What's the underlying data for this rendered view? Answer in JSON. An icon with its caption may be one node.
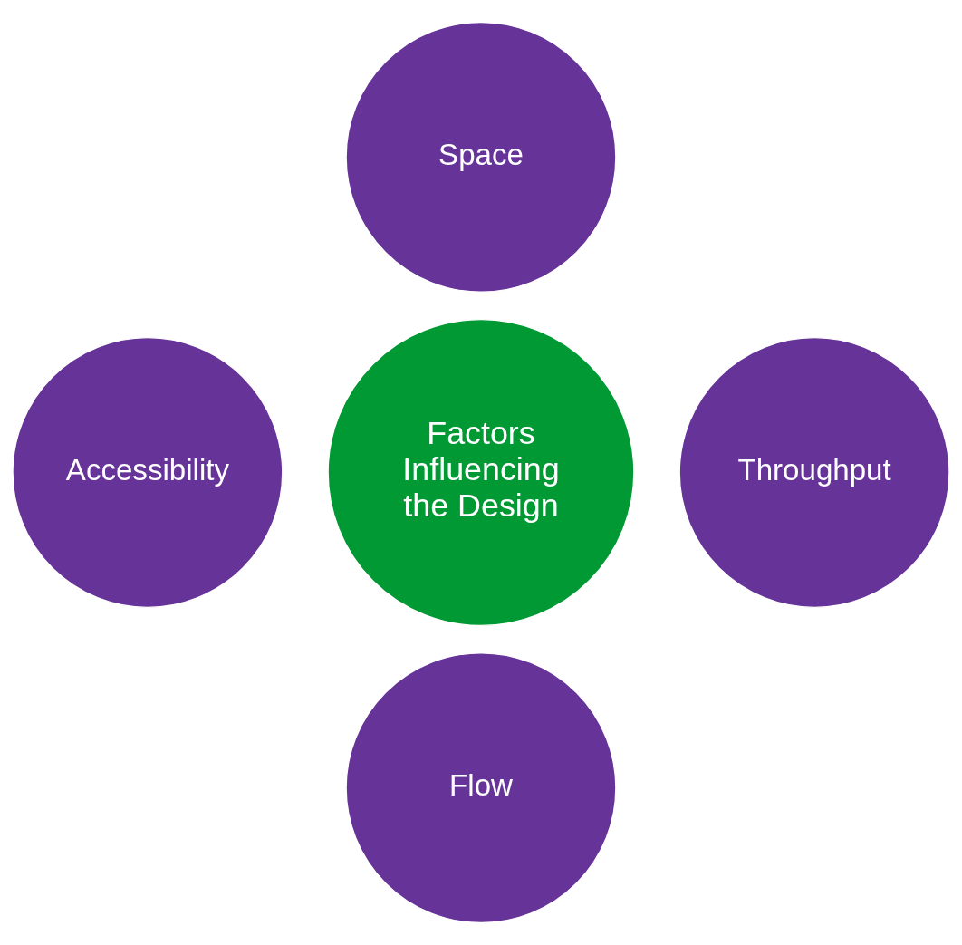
{
  "diagram": {
    "nodes": [
      {
        "text": [
          "Space"
        ]
      },
      {
        "text": [
          "Accessibility"
        ]
      },
      {
        "text": [
          "Factors Influencing the Design"
        ]
      },
      {
        "text": [
          "Throughput"
        ]
      },
      {
        "text": [
          "Flow"
        ]
      }
    ]
  }
}
